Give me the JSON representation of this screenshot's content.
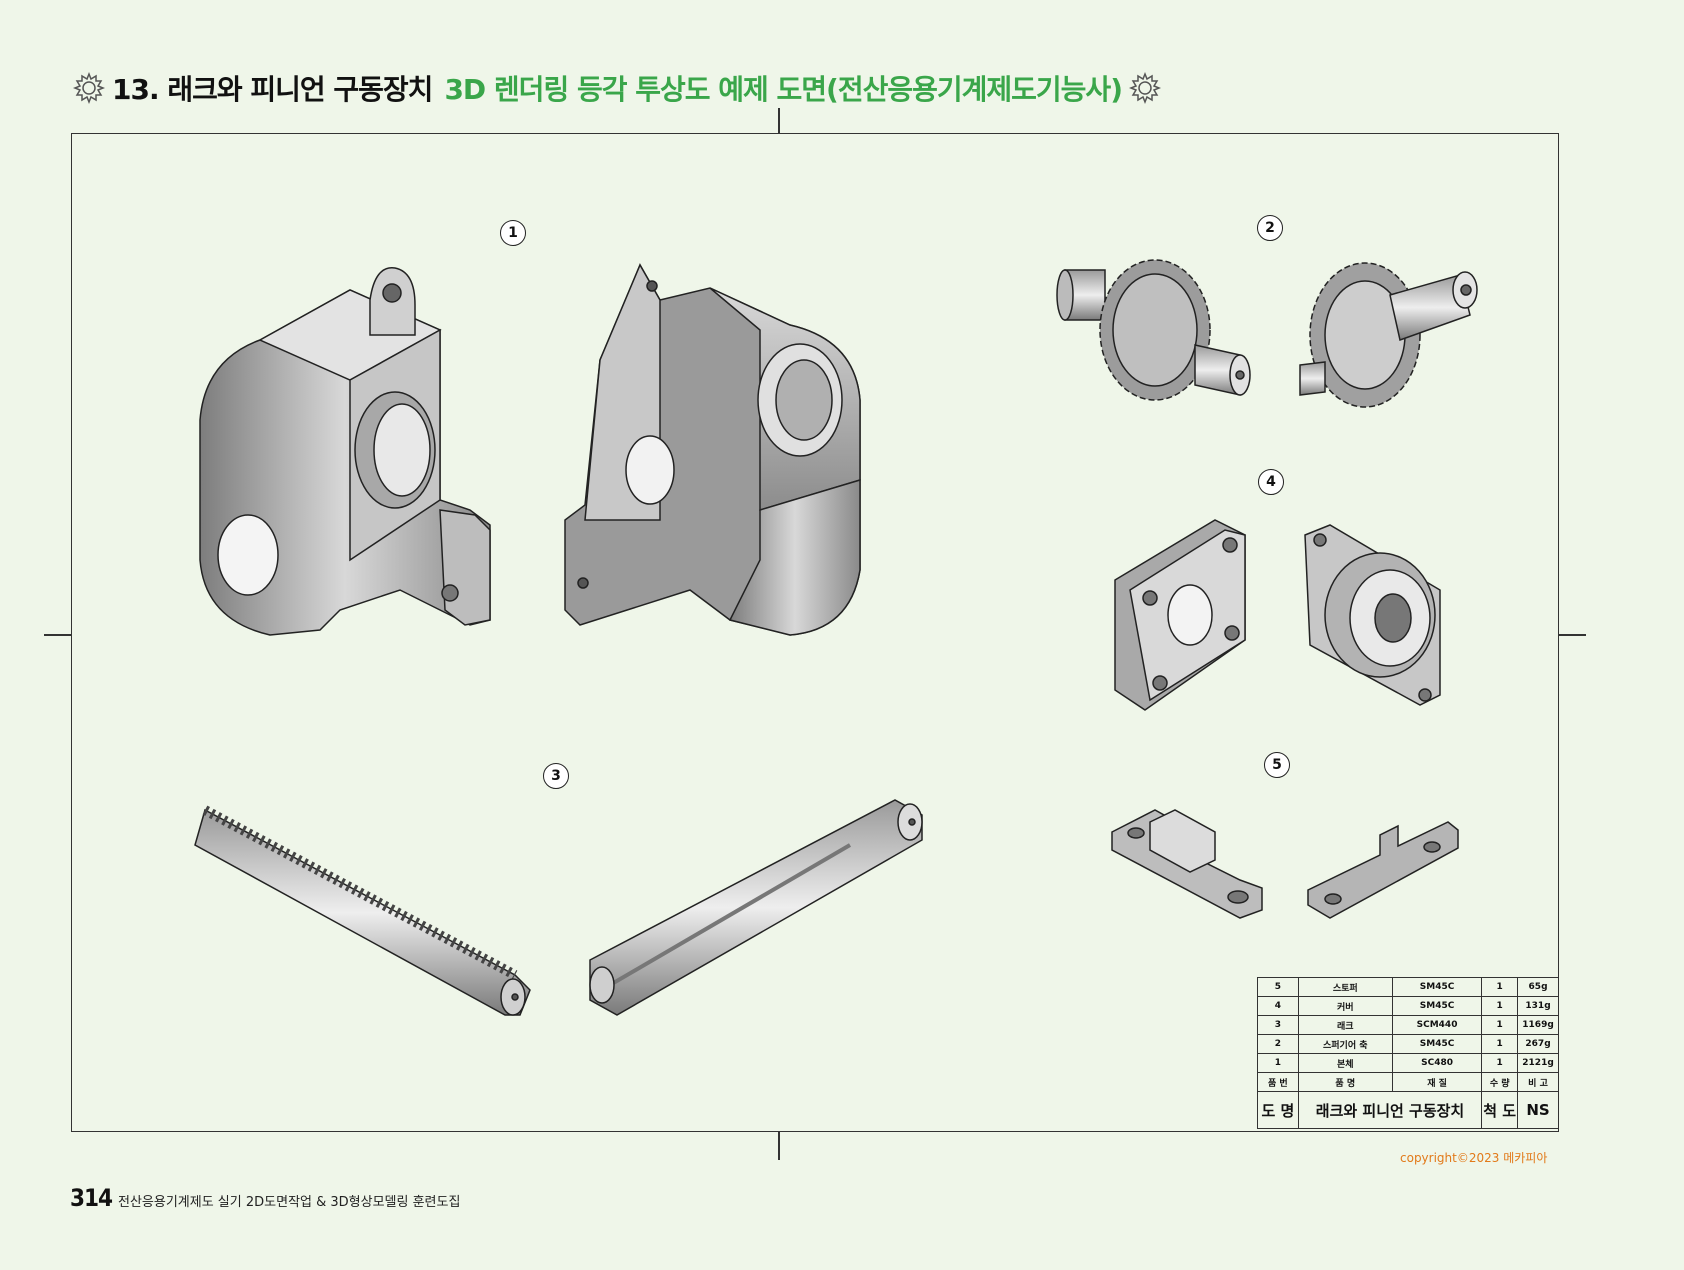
{
  "header": {
    "title_black": "13. 래크와 피니언 구동장치",
    "title_green": "3D 렌더링 등각 투상도 예제 도면(전산응용기계제도기능사)"
  },
  "callouts": [
    "1",
    "2",
    "3",
    "4",
    "5"
  ],
  "bom": {
    "rows": [
      {
        "no": "5",
        "name": "스토퍼",
        "material": "SM45C",
        "qty": "1",
        "note": "65g"
      },
      {
        "no": "4",
        "name": "커버",
        "material": "SM45C",
        "qty": "1",
        "note": "131g"
      },
      {
        "no": "3",
        "name": "래크",
        "material": "SCM440",
        "qty": "1",
        "note": "1169g"
      },
      {
        "no": "2",
        "name": "스퍼기어 축",
        "material": "SM45C",
        "qty": "1",
        "note": "267g"
      },
      {
        "no": "1",
        "name": "본체",
        "material": "SC480",
        "qty": "1",
        "note": "2121g"
      }
    ],
    "header": {
      "no": "품 번",
      "name": "품 명",
      "material": "재 질",
      "qty": "수 량",
      "note": "비 고"
    },
    "drawing_label": "도 명",
    "drawing_name": "래크와 피니언 구동장치",
    "scale_label": "척 도",
    "scale_value": "NS"
  },
  "footer": {
    "page_number": "314",
    "book_title": "전산응용기계제도 실기 2D도면작업 & 3D형상모델링 훈련도집",
    "copyright": "copyright©2023 메카피아"
  },
  "colors": {
    "title_green": "#3aa64a",
    "copyright_orange": "#e27a1a",
    "background": "#eff6e9"
  }
}
